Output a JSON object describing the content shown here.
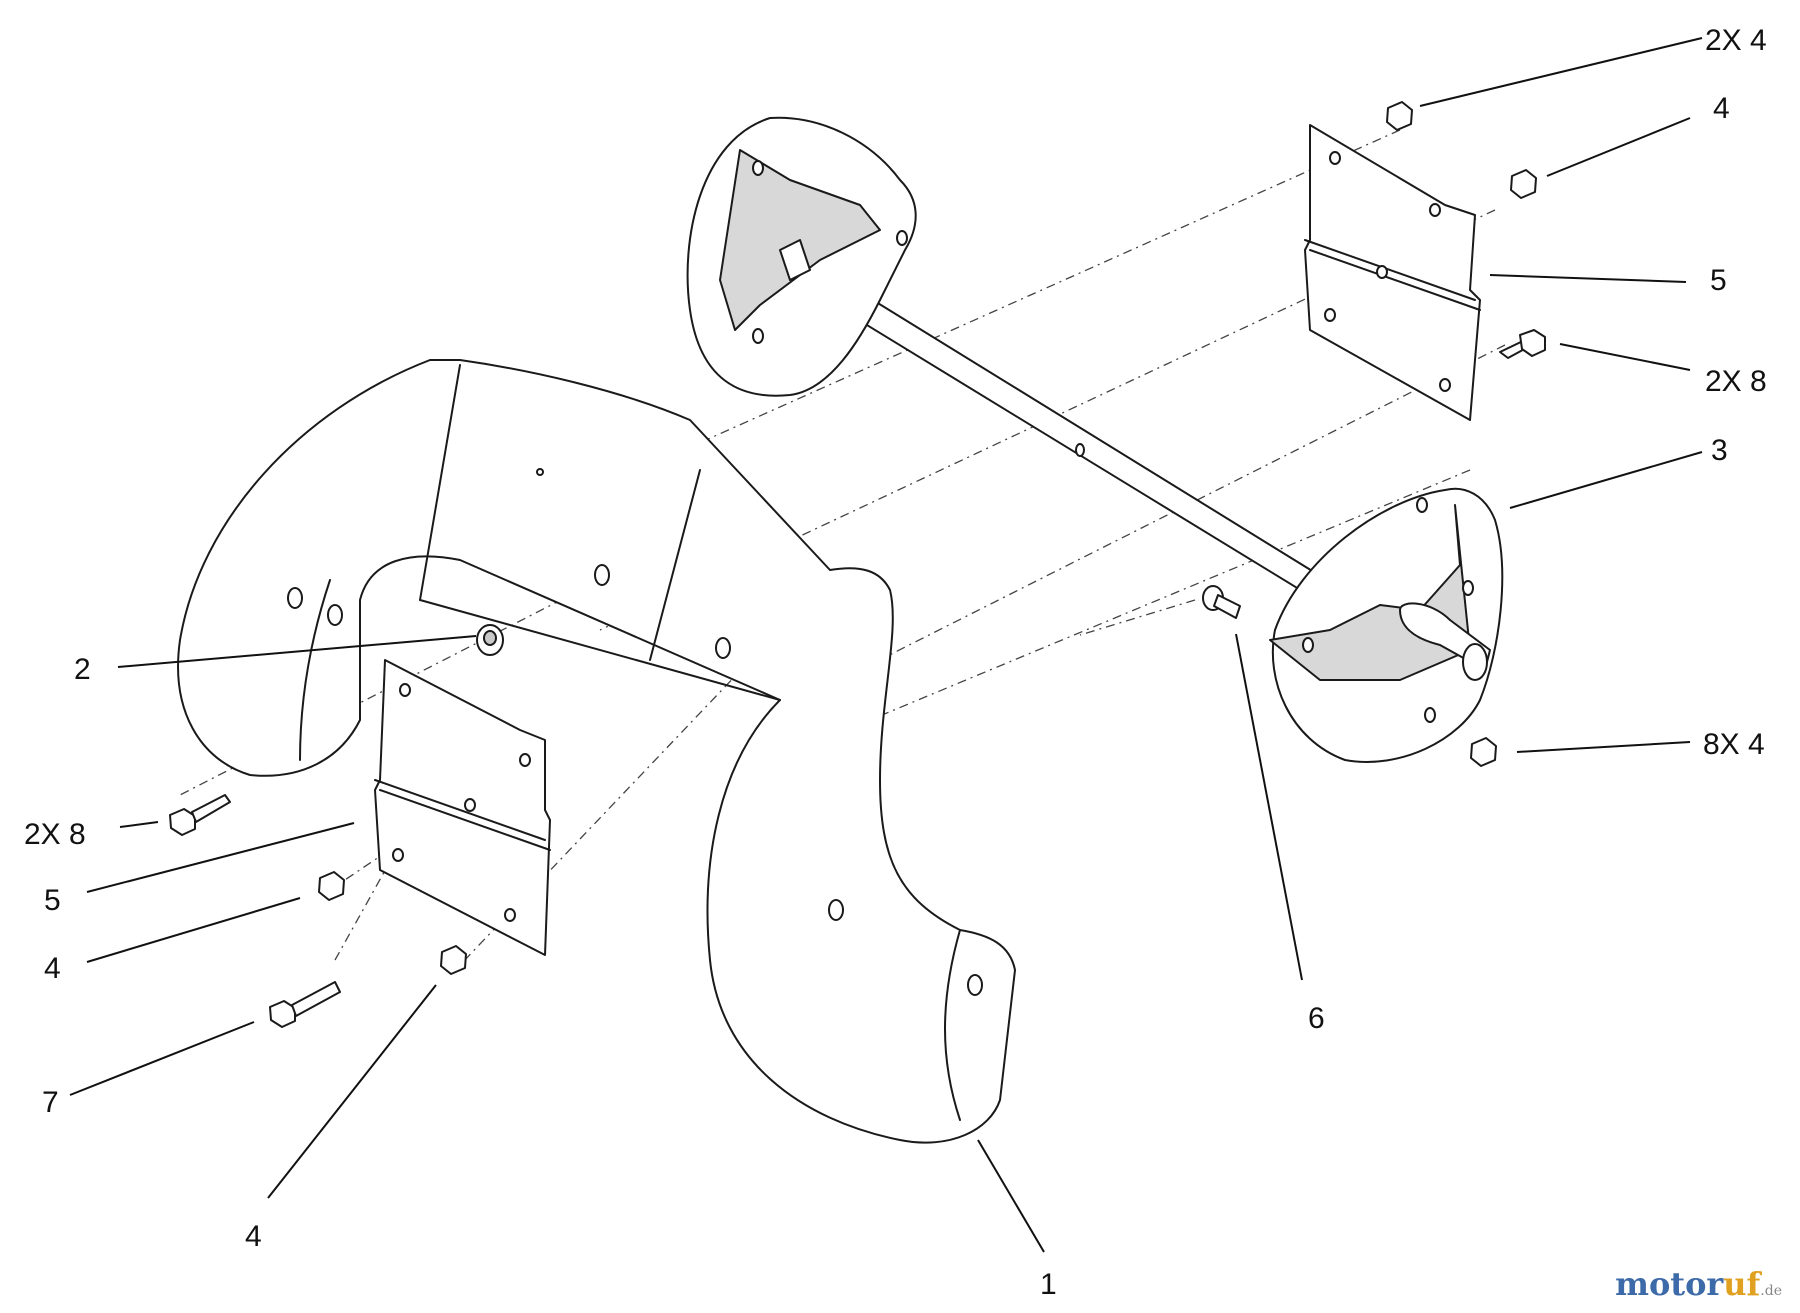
{
  "callouts": {
    "c1": "1",
    "c2": "2",
    "c3": "3",
    "c4_top": "4",
    "c4_left": "4",
    "c4_bottom": "4",
    "c5_right": "5",
    "c5_left": "5",
    "c6": "6",
    "c7": "7",
    "c2x4": "2X 4",
    "c2x8_right": "2X 8",
    "c2x8_left": "2X 8",
    "c8x4": "8X 4"
  },
  "watermark": {
    "brand_a": "motor",
    "brand_b": "uf",
    "tld": ".de"
  }
}
